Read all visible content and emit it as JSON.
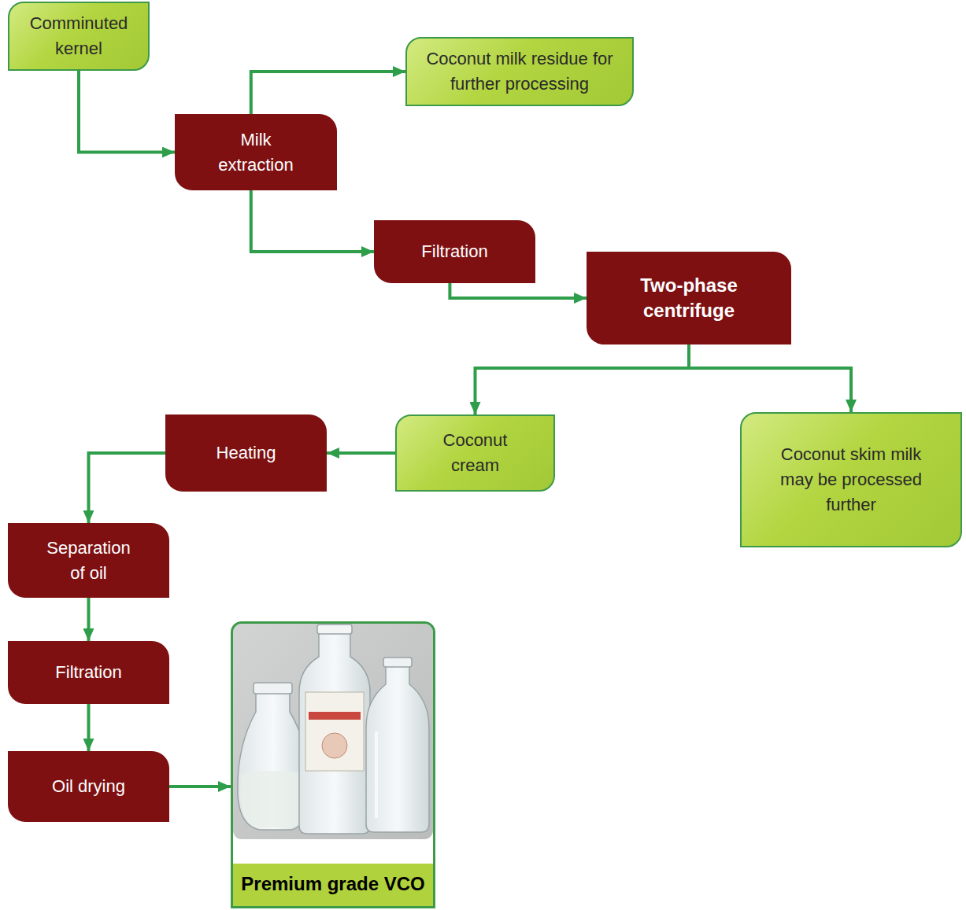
{
  "diagram": {
    "nodes": [
      {
        "text": [
          "Comminuted kernel"
        ]
      },
      {
        "text": [
          "Milk extraction"
        ]
      },
      {
        "text": [
          "Coconut milk residue for further processing"
        ]
      },
      {
        "text": [
          "Filtration"
        ]
      },
      {
        "text": [
          "Two-phase centrifuge"
        ]
      },
      {
        "text": [
          "Coconut cream"
        ]
      },
      {
        "text": [
          "Coconut skim milk may be processed further"
        ]
      },
      {
        "text": [
          "Heating"
        ]
      },
      {
        "text": [
          "Separation of oil"
        ]
      },
      {
        "text": [
          "Filtration"
        ]
      },
      {
        "text": [
          "Oil drying"
        ]
      },
      {
        "text": [
          "Premium grade VCO"
        ]
      }
    ],
    "edges": [
      {
        "from": 0,
        "to": 1,
        "arrow": "to"
      },
      {
        "from": 1,
        "to": 2,
        "arrow": "to"
      },
      {
        "from": 1,
        "to": 3,
        "arrow": "to"
      },
      {
        "from": 3,
        "to": 4,
        "arrow": "to"
      },
      {
        "from": 4,
        "to": 5,
        "arrow": "to"
      },
      {
        "from": 4,
        "to": 6,
        "arrow": "to"
      },
      {
        "from": 5,
        "to": 7,
        "arrow": "to"
      },
      {
        "from": 7,
        "to": 8,
        "arrow": "to"
      },
      {
        "from": 8,
        "to": 9,
        "arrow": "to"
      },
      {
        "from": 9,
        "to": 10,
        "arrow": "to"
      },
      {
        "from": 10,
        "to": 11,
        "arrow": "to"
      }
    ]
  }
}
